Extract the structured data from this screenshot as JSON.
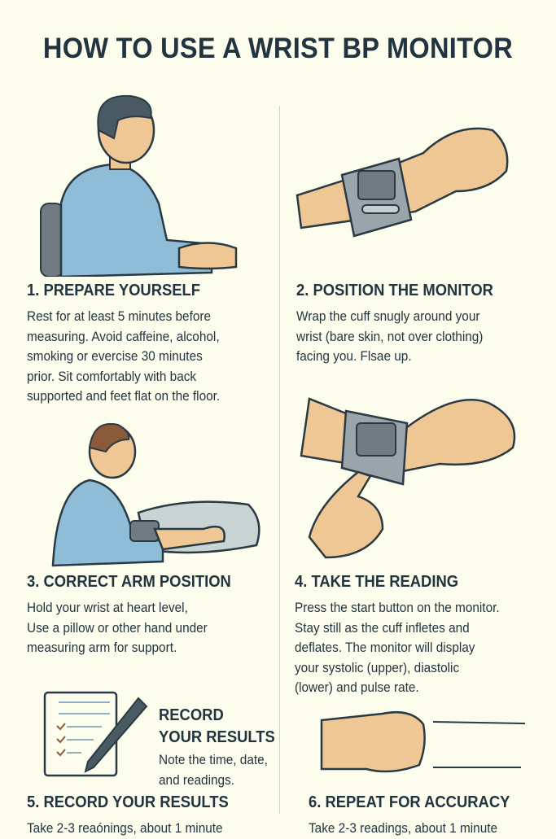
{
  "title": "HOW TO USE A WRIST BP MONITOR",
  "steps": [
    {
      "heading": "1. PREPARE YOURSELF",
      "text": "Rest for at least 5 minutes before\nmeasuring. Avoid caffeine, alcohol,\nsmoking or evercise 30 minutes\nprior. Sit comfortably with back\nsupported and feet flat on the floor."
    },
    {
      "heading": "2. POSITION THE MONITOR",
      "text": "Wrap the cuff snugly around your\nwrist (bare skin, not over clothing)\nfacing you. Flsae up."
    },
    {
      "heading": "3. CORRECT ARM POSITION",
      "text": "Hold your wrist at heart level,\nUse a pillow or other hand under\nmeasuring arm for support."
    },
    {
      "heading": "4. TAKE THE READING",
      "text": "Press the start button on the monitor.\nStay still as the cuff infletes and\ndeflates. The monitor will display\nyour systolic (upper), diastolic\n(lower) and pulse rate."
    },
    {
      "heading": "5. RECORD YOUR RESULTS",
      "text": "Take 2-3 reaónings, about 1 minute"
    },
    {
      "heading": "6. REPEAT FOR ACCURACY",
      "text": "Take 2-3 readings, about 1 minute"
    }
  ],
  "record_callout": {
    "heading": "RECORD\nYOUR RESULTS",
    "text": "Note the time, date,\nand readings."
  },
  "colors": {
    "background": "#fdfdee",
    "text": "#22343f",
    "shirt": "#8fbcd6",
    "skin": "#efc795",
    "monitor": "#9aa5ab"
  }
}
